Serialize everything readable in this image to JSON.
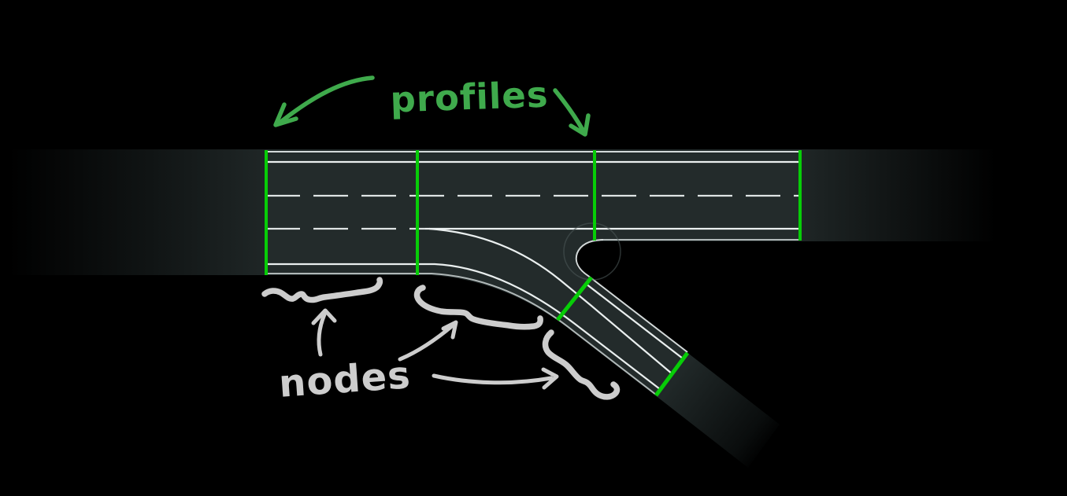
{
  "labels": {
    "profiles": "profiles",
    "nodes": "nodes"
  },
  "colors": {
    "background": "#000000",
    "road_surface": "#232b2b",
    "lane_line": "#eaefef",
    "lane_dash": "#dfe4e4",
    "road_edge_bright": "#d3d9d9",
    "road_edge_dim": "#b0b8b8",
    "nose_ghost": "#4a5555",
    "profile_green": "#07cd07",
    "annotation_green": "#3faa4c",
    "annotation_white": "#cdcdcd"
  },
  "profiles": {
    "label": "profiles",
    "marker_count": 6,
    "mainline_marker_x": [
      338,
      530,
      755,
      1016
    ],
    "branch_marker_count": 2
  },
  "nodes": {
    "label": "nodes",
    "underline_count": 3,
    "arrow_count": 3
  }
}
